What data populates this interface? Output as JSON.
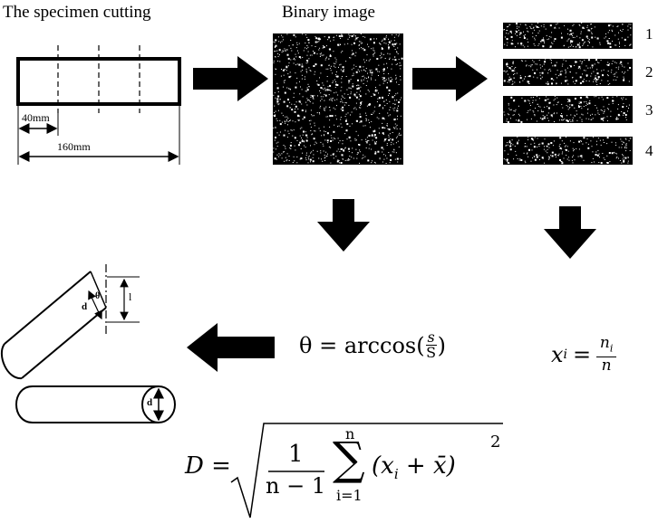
{
  "titles": {
    "specimen_cutting": "The specimen cutting",
    "binary_image": "Binary image"
  },
  "dimensions": {
    "segment": "40mm",
    "total": "160mm"
  },
  "strip_numbers": [
    "1",
    "2",
    "3",
    "4"
  ],
  "angle_diagram": {
    "d_label": "d",
    "theta_label": "θ",
    "l_label": "l"
  },
  "circle_diagram": {
    "d_label": "d"
  },
  "formulas": {
    "theta": {
      "lhs": "θ = arccos(",
      "numerator": "s",
      "denominator": "S",
      "rhs": ")"
    },
    "xi": {
      "lhs_var": "x",
      "lhs_sub": "i",
      "eq": "=",
      "numerator_var": "n",
      "numerator_sub": "i",
      "denominator": "n"
    },
    "D": {
      "lhs": "D =",
      "frac_num": "1",
      "frac_den": "n − 1",
      "sum_top": "n",
      "sum_bottom": "i=1",
      "body": "(x",
      "body_sub": "i",
      "body_rest": " + x̄)",
      "power": "2"
    }
  }
}
